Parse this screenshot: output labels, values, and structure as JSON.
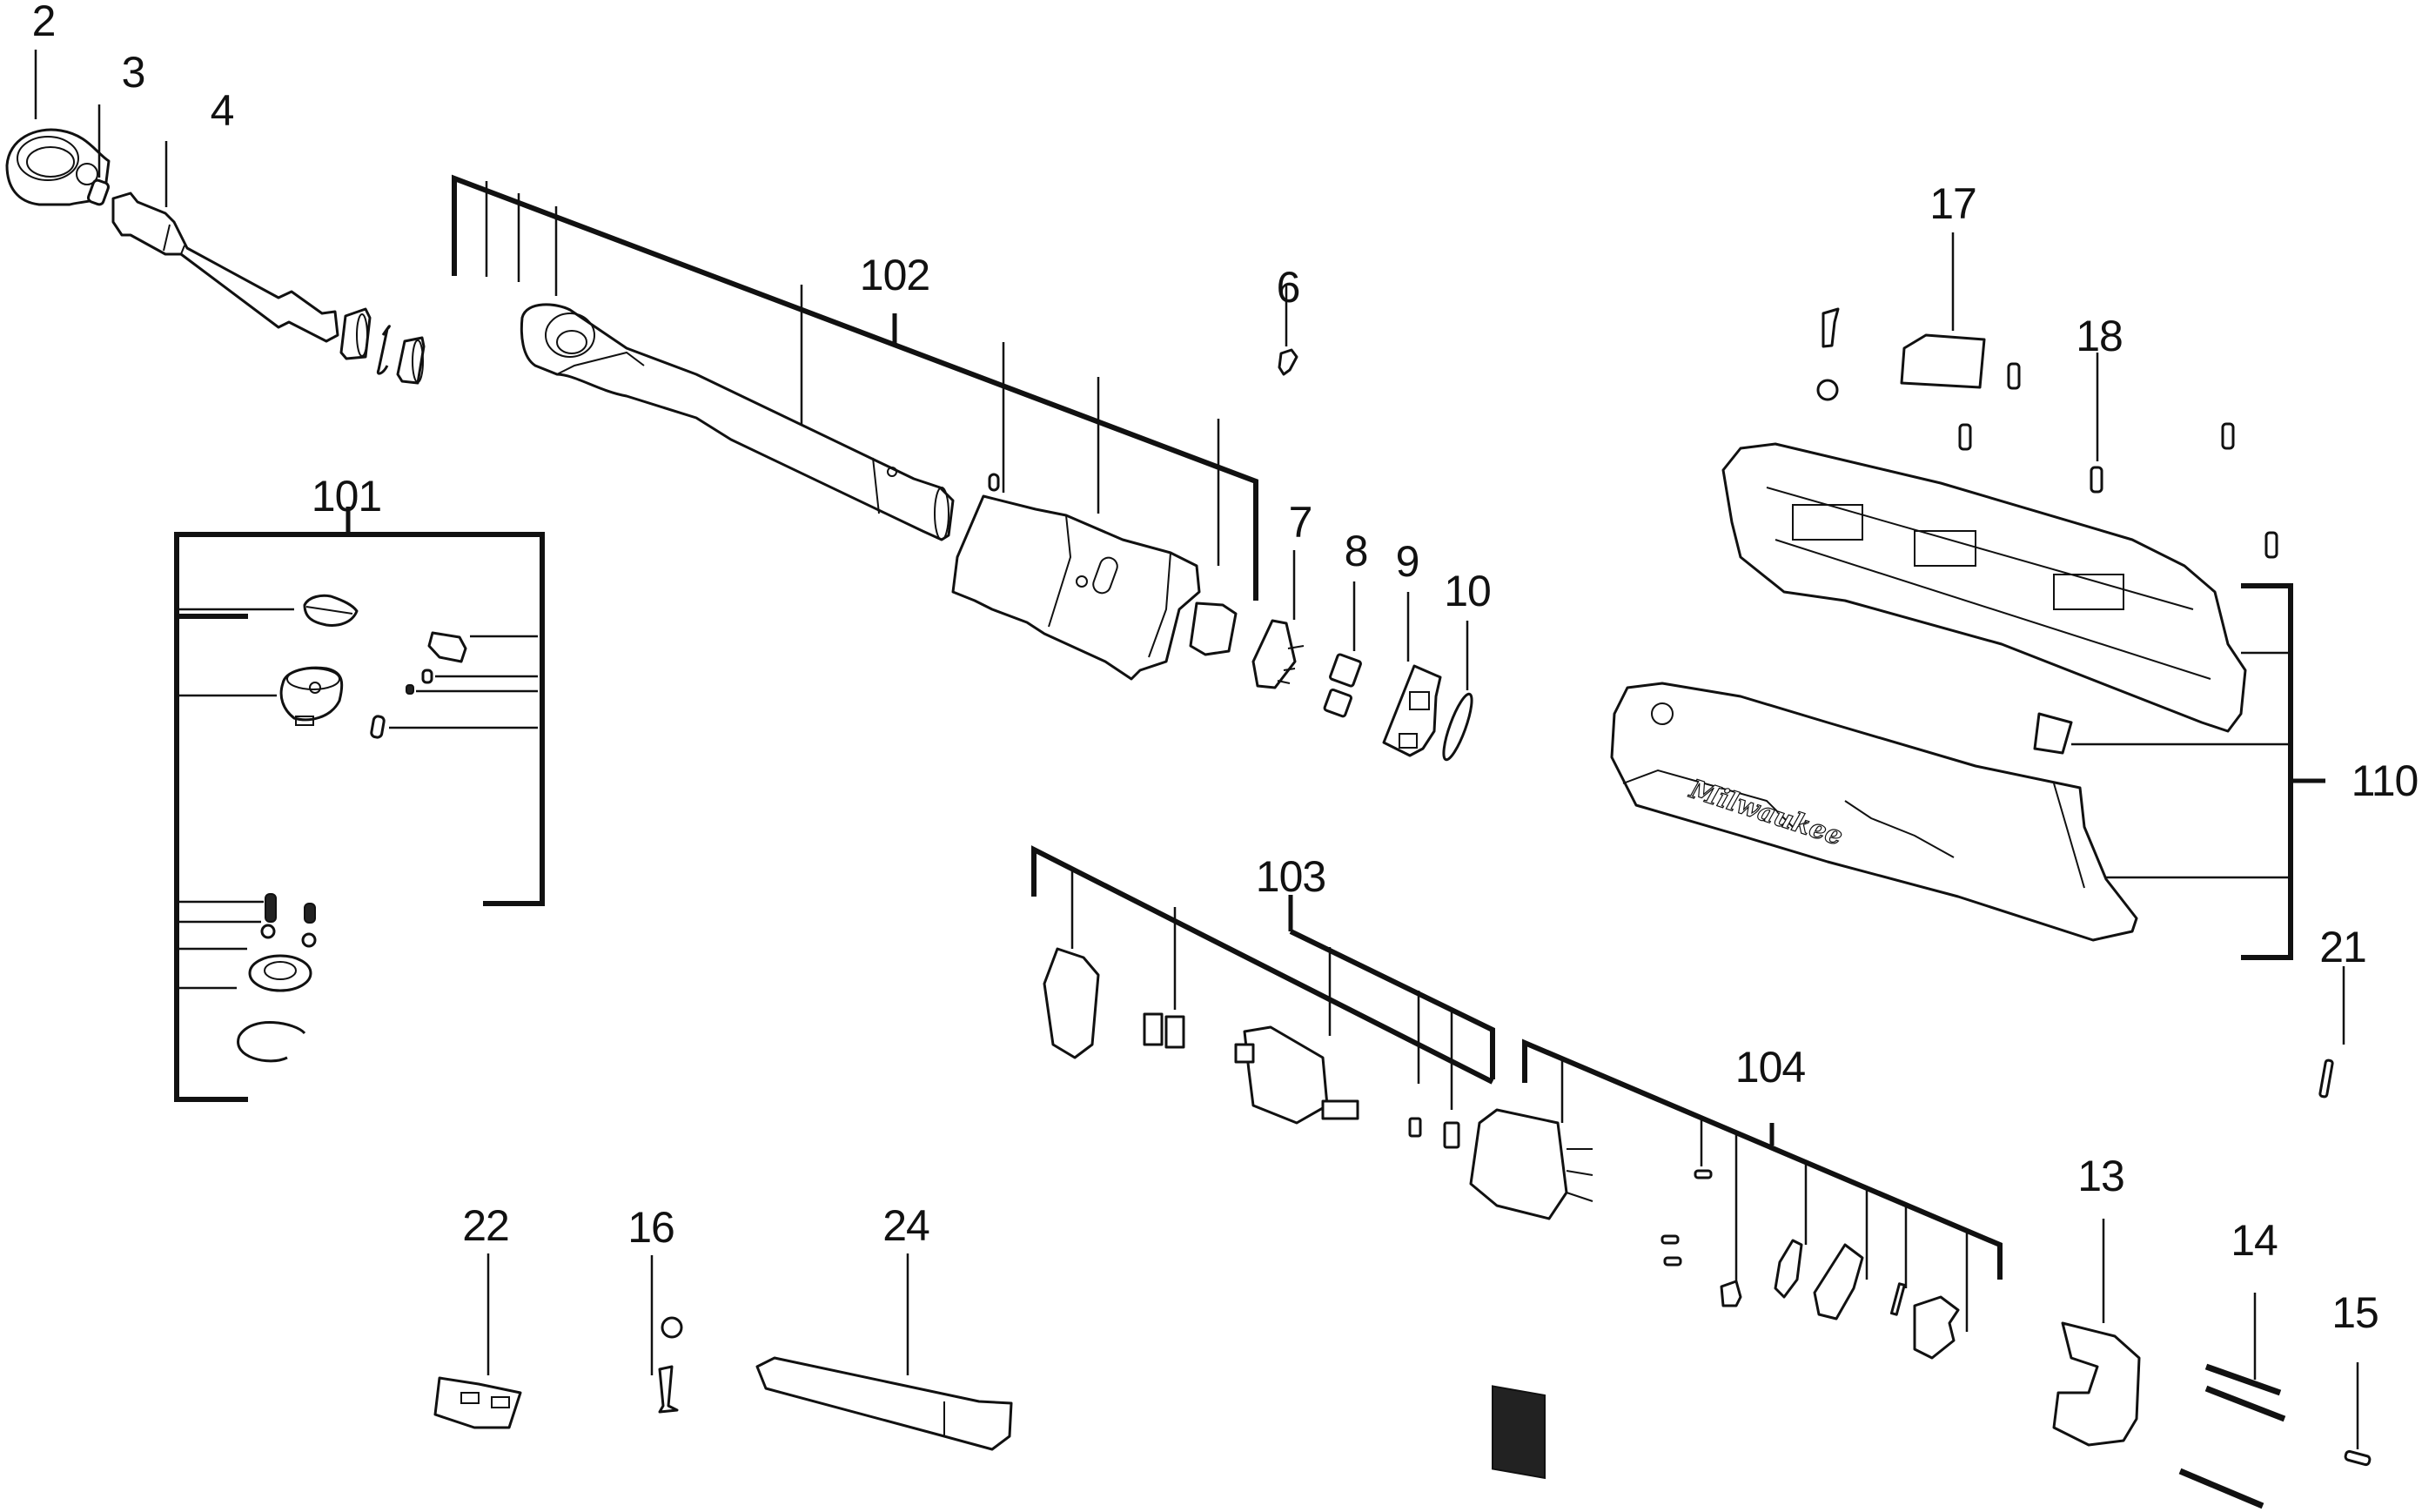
{
  "diagram": {
    "type": "exploded-parts-diagram",
    "subject": "cordless ratchet",
    "brand_mark": "Milwaukee",
    "callouts": [
      {
        "id": "2",
        "text": "2"
      },
      {
        "id": "3",
        "text": "3"
      },
      {
        "id": "4",
        "text": "4"
      },
      {
        "id": "102",
        "text": "102"
      },
      {
        "id": "6",
        "text": "6"
      },
      {
        "id": "17",
        "text": "17"
      },
      {
        "id": "18",
        "text": "18"
      },
      {
        "id": "101",
        "text": "101"
      },
      {
        "id": "7",
        "text": "7"
      },
      {
        "id": "8",
        "text": "8"
      },
      {
        "id": "9",
        "text": "9"
      },
      {
        "id": "10",
        "text": "10"
      },
      {
        "id": "110",
        "text": "110"
      },
      {
        "id": "103",
        "text": "103"
      },
      {
        "id": "21",
        "text": "21"
      },
      {
        "id": "104",
        "text": "104"
      },
      {
        "id": "22",
        "text": "22"
      },
      {
        "id": "16",
        "text": "16"
      },
      {
        "id": "24",
        "text": "24"
      },
      {
        "id": "13",
        "text": "13"
      },
      {
        "id": "14",
        "text": "14"
      },
      {
        "id": "15",
        "text": "15"
      }
    ],
    "assemblies": [
      {
        "id": "101",
        "label": "101",
        "component_count": 10
      },
      {
        "id": "102",
        "label": "102",
        "component_count": 8
      },
      {
        "id": "103",
        "label": "103",
        "component_count": 6
      },
      {
        "id": "104",
        "label": "104",
        "component_count": 8
      },
      {
        "id": "110",
        "label": "110",
        "component_count": 3
      }
    ]
  }
}
